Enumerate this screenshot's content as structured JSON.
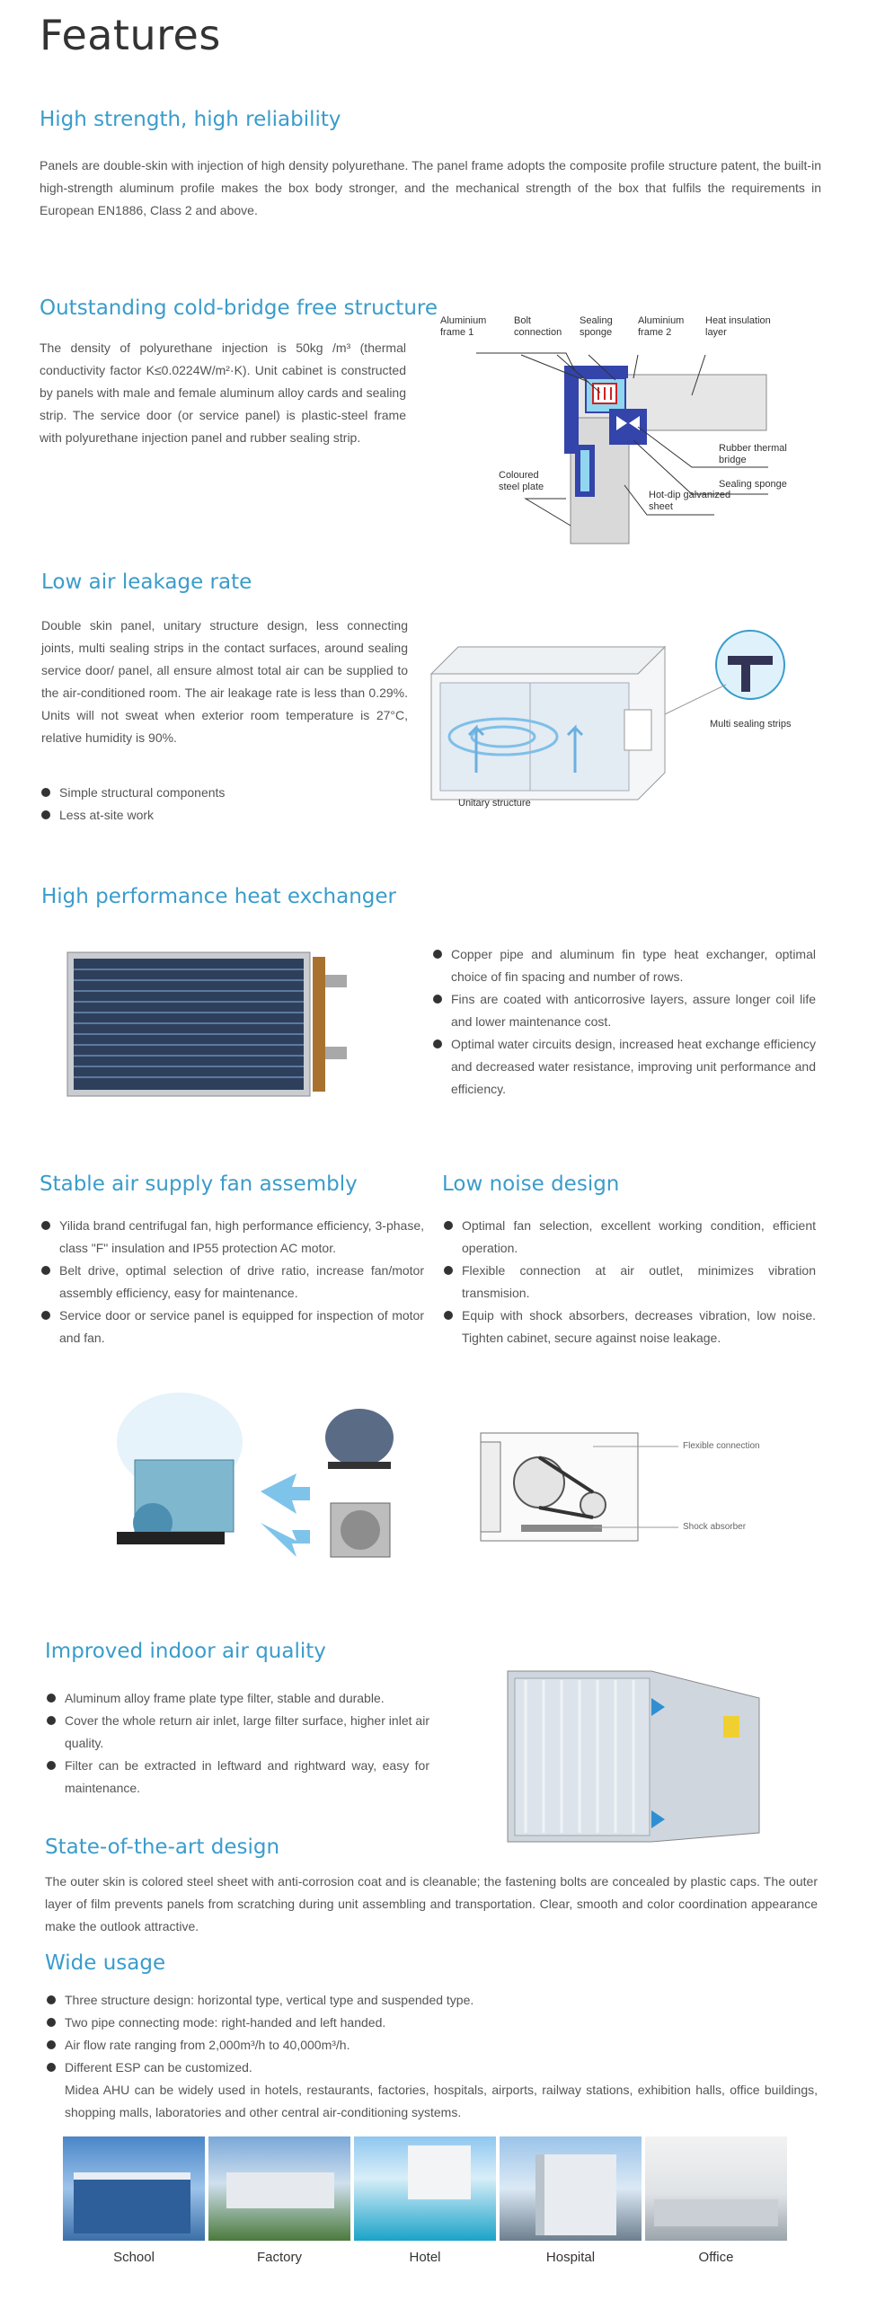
{
  "page": {
    "title": "Features"
  },
  "s1": {
    "heading": "High strength, high reliability",
    "text": "Panels are double-skin with injection of high density polyurethane. The panel frame adopts the composite profile structure patent, the built-in high-strength aluminum profile makes the box body stronger, and the mechanical strength of the box that fulfils the requirements in European EN1886, Class 2 and above."
  },
  "s2": {
    "heading": "Outstanding cold-bridge free structure",
    "text": "The density of polyurethane injection is 50kg /m³ (thermal conductivity factor K≤0.0224W/m²·K). Unit cabinet is constructed by panels with male and female aluminum alloy cards and sealing strip. The service door (or service panel) is plastic-steel frame with polyurethane injection panel and rubber sealing strip.",
    "labels": {
      "alu1": "Aluminium frame 1",
      "bolt": "Bolt connection",
      "sponge_top": "Sealing sponge",
      "alu2": "Aluminium frame 2",
      "heat": "Heat insulation layer",
      "rubber": "Rubber thermal bridge",
      "sponge": "Sealing sponge",
      "coloured": "Coloured steel plate",
      "hotdip": "Hot-dip galvanized sheet"
    }
  },
  "s3": {
    "heading": "Low air leakage rate",
    "text": "Double skin panel, unitary structure design, less connecting joints, multi sealing strips in the contact surfaces, around sealing service door/ panel, all ensure almost total air can be supplied to the air-conditioned room. The air leakage rate is less than 0.29%. Units will not sweat when exterior room temperature is 27°C, relative humidity is 90%.",
    "bullets": [
      "Simple structural components",
      "Less at-site work"
    ],
    "label_unitary": "Unitary structure",
    "label_multi": "Multi sealing strips"
  },
  "s4": {
    "heading": "High performance heat exchanger",
    "bullets": [
      "Copper pipe and aluminum fin type heat exchanger, optimal choice of fin spacing and number of rows.",
      "Fins are coated with anticorrosive layers, assure longer coil life and lower maintenance cost.",
      "Optimal water circuits design, increased heat exchange efficiency and decreased water resistance, improving unit performance and efficiency."
    ]
  },
  "s5": {
    "heading": "Stable air supply fan assembly",
    "bullets": [
      "Yilida brand centrifugal fan, high performance efficiency, 3-phase, class \"F\" insulation and IP55 protection AC motor.",
      "Belt drive, optimal selection of drive ratio, increase fan/motor assembly efficiency, easy for maintenance.",
      "Service door or service panel is equipped for  inspection of motor and fan."
    ]
  },
  "s6": {
    "heading": "Low noise design",
    "bullets": [
      "Optimal fan selection, excellent working condition, efficient operation.",
      "Flexible connection at air outlet, minimizes vibration transmision.",
      "Equip with shock absorbers, decreases vibration, low noise. Tighten cabinet, secure against noise leakage."
    ],
    "label_flex": "Flexible connection",
    "label_shock": "Shock absorber"
  },
  "s7": {
    "heading": "Improved indoor air quality",
    "bullets": [
      "Aluminum alloy frame plate type filter, stable and durable.",
      "Cover the whole return air inlet, large filter surface, higher inlet air quality.",
      "Filter can be extracted in leftward and rightward way, easy for maintenance."
    ]
  },
  "s8": {
    "heading": "State-of-the-art design",
    "text": "The outer skin is colored steel sheet with anti-corrosion coat and is cleanable; the fastening bolts are concealed by plastic caps. The outer layer of film prevents panels from scratching during unit assembling and transportation. Clear, smooth and color coordination appearance make the outlook attractive."
  },
  "s9": {
    "heading": "Wide usage",
    "bullets": [
      "Three structure design: horizontal type, vertical type and suspended type.",
      "Two pipe connecting mode: right-handed and left handed.",
      "Air flow rate ranging from 2,000m³/h to 40,000m³/h.",
      "Different ESP can be customized."
    ],
    "extra": "Midea AHU can be widely used in hotels, restaurants, factories, hospitals, airports, railway stations, exhibition halls, office buildings, shopping malls, laboratories and other central air-conditioning systems.",
    "photos": [
      "School",
      "Factory",
      "Hotel",
      "Hospital",
      "Office"
    ]
  }
}
